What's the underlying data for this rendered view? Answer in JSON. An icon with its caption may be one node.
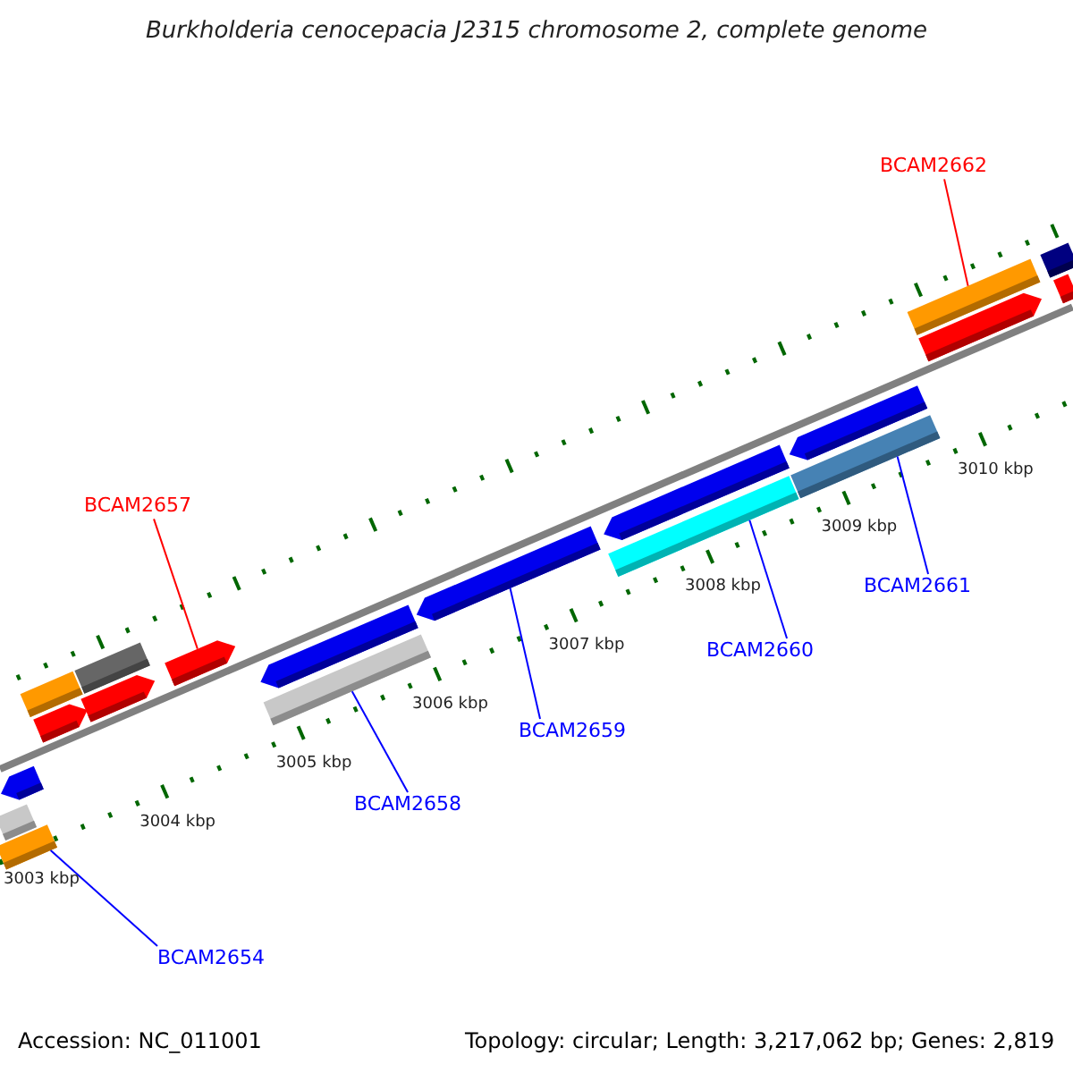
{
  "diagram": {
    "title": "Burkholderia cenocepacia J2315 chromosome 2, complete genome",
    "nodes": [
      {
        "text": [
          "BCAM2662"
        ]
      },
      {
        "text": [
          "BCAM2657"
        ]
      },
      {
        "text": [
          "BCAM2661"
        ]
      },
      {
        "text": [
          "BCAM2660"
        ]
      },
      {
        "text": [
          "BCAM2659"
        ]
      },
      {
        "text": [
          "BCAM2658"
        ]
      },
      {
        "text": [
          "BCAM2654"
        ]
      },
      {
        "text": [],
        "shape": "bar"
      },
      {
        "text": [],
        "shape": "bar"
      },
      {
        "text": [],
        "shape": "pentagon"
      },
      {
        "text": [],
        "shape": "bar"
      },
      {
        "text": [],
        "shape": "pentagon"
      },
      {
        "text": [],
        "shape": "pentagon"
      },
      {
        "text": [],
        "shape": "bar"
      },
      {
        "text": [],
        "shape": "pentagon"
      },
      {
        "text": [],
        "shape": "bar"
      },
      {
        "text": [],
        "shape": "pentagon"
      },
      {
        "text": [],
        "shape": "pentagon"
      },
      {
        "text": [],
        "shape": "bar"
      },
      {
        "text": [],
        "shape": "pentagon"
      },
      {
        "text": [],
        "shape": "bar"
      },
      {
        "text": [],
        "shape": "pentagon"
      },
      {
        "text": [],
        "shape": "bar"
      },
      {
        "text": [],
        "shape": "pentagon"
      },
      {
        "text": [],
        "shape": "bar"
      },
      {
        "text": [],
        "shape": "bar"
      }
    ],
    "edges": [
      {
        "from": 0,
        "to": 22,
        "arrow": "none",
        "color": "#ff0000"
      },
      {
        "from": 1,
        "to": 14,
        "arrow": "none",
        "color": "#ff0000"
      },
      {
        "from": 2,
        "to": 20,
        "arrow": "none"
      },
      {
        "from": 3,
        "to": 18,
        "arrow": "none"
      },
      {
        "from": 4,
        "to": 17,
        "arrow": "none"
      },
      {
        "from": 5,
        "to": 15,
        "arrow": "none"
      },
      {
        "from": 6,
        "to": 7,
        "arrow": "none"
      }
    ],
    "labels": [
      "3003 kbp",
      "3004 kbp",
      "3005 kbp",
      "3006 kbp",
      "3007 kbp",
      "3008 kbp",
      "3009 kbp",
      "3010 kbp",
      "Accession: NC_011001",
      "Topology: circular; Length: 3,217,062 bp; Genes: 2,819"
    ]
  }
}
